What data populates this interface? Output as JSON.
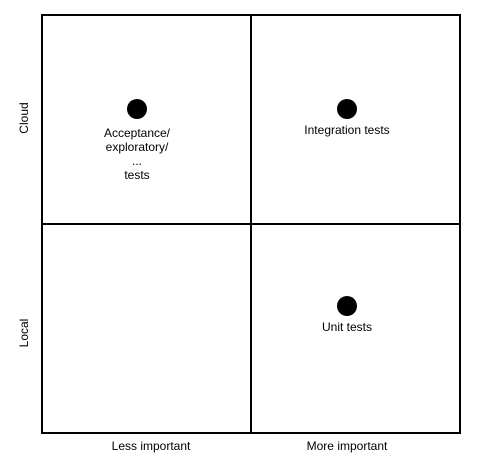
{
  "axes": {
    "x": {
      "left": "Less important",
      "right": "More important"
    },
    "y": {
      "top": "Cloud",
      "bottom": "Local"
    }
  },
  "items": {
    "acceptance": "Acceptance/\nexploratory/\n...\ntests",
    "integration": "Integration tests",
    "unit": "Unit tests"
  }
}
